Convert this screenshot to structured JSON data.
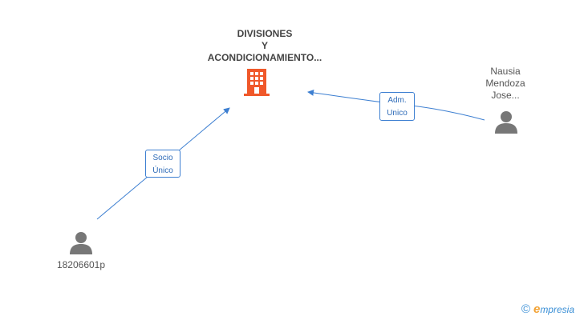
{
  "company": {
    "name_lines": [
      "DIVISIONES",
      "Y",
      "ACONDICIONAMIENTO..."
    ],
    "icon": "building-icon",
    "color": "#f0582a"
  },
  "persons": [
    {
      "id": "nausia",
      "label_lines": [
        "Nausia",
        "Mendoza",
        "Jose..."
      ],
      "icon": "person-icon"
    },
    {
      "id": "p18206601",
      "label_lines": [
        "18206601p"
      ],
      "icon": "person-icon"
    }
  ],
  "relations": [
    {
      "from": "nausia",
      "to": "company",
      "label_lines": [
        "Adm.",
        "Unico"
      ]
    },
    {
      "from": "p18206601",
      "to": "company",
      "label_lines": [
        "Socio",
        "Único"
      ]
    }
  ],
  "footer": {
    "copyright_symbol": "©",
    "brand_first_letter": "e",
    "brand_rest": "mpresia"
  },
  "colors": {
    "edge": "#3d7fd1",
    "person": "#777777",
    "building": "#f0582a"
  }
}
